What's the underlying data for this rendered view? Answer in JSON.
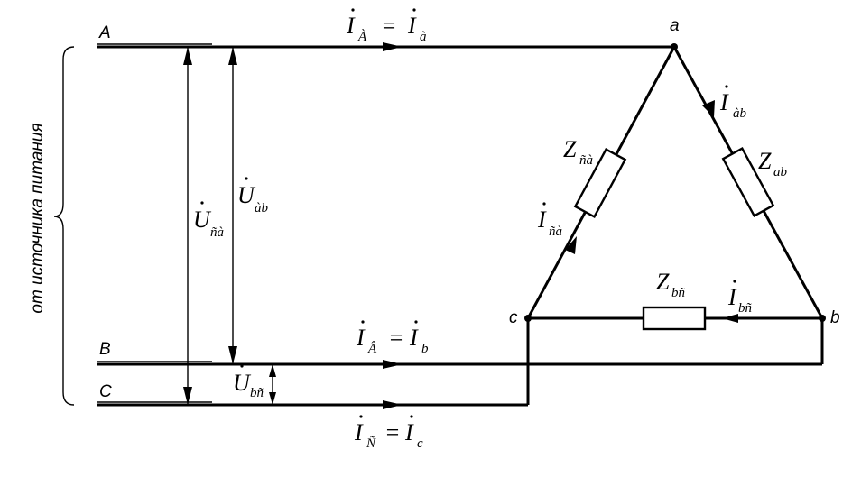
{
  "lines": {
    "A": "A",
    "B": "B",
    "C": "C"
  },
  "nodes": {
    "a": "a",
    "b": "b",
    "c": "c"
  },
  "source_label": "от источника питания",
  "currents": {
    "IA_left_main": "I",
    "IA_left_sub": "À",
    "IA_eq": "=",
    "IA_right_main": "I",
    "IA_right_sub": "à",
    "IB_left_main": "I",
    "IB_left_sub": "Â",
    "IB_eq": "=",
    "IB_right_main": "I",
    "IB_right_sub": "b",
    "IC_left_main": "I",
    "IC_left_sub": "Ñ",
    "IC_eq": "=",
    "IC_right_main": "I",
    "IC_right_sub": "c",
    "Iab_main": "I",
    "Iab_sub": "àb",
    "Ica_main": "I",
    "Ica_sub": "ñà",
    "Ibc_main": "I",
    "Ibc_sub": "bñ"
  },
  "voltages": {
    "Uca_main": "U",
    "Uca_sub": "ñà",
    "Uab_main": "U",
    "Uab_sub": "àb",
    "Ubc_main": "U",
    "Ubc_sub": "bñ"
  },
  "impedances": {
    "Zca_main": "Z",
    "Zca_sub": "ñà",
    "Zab_main": "Z",
    "Zab_sub": "ab",
    "Zbc_main": "Z",
    "Zbc_sub": "bñ"
  }
}
